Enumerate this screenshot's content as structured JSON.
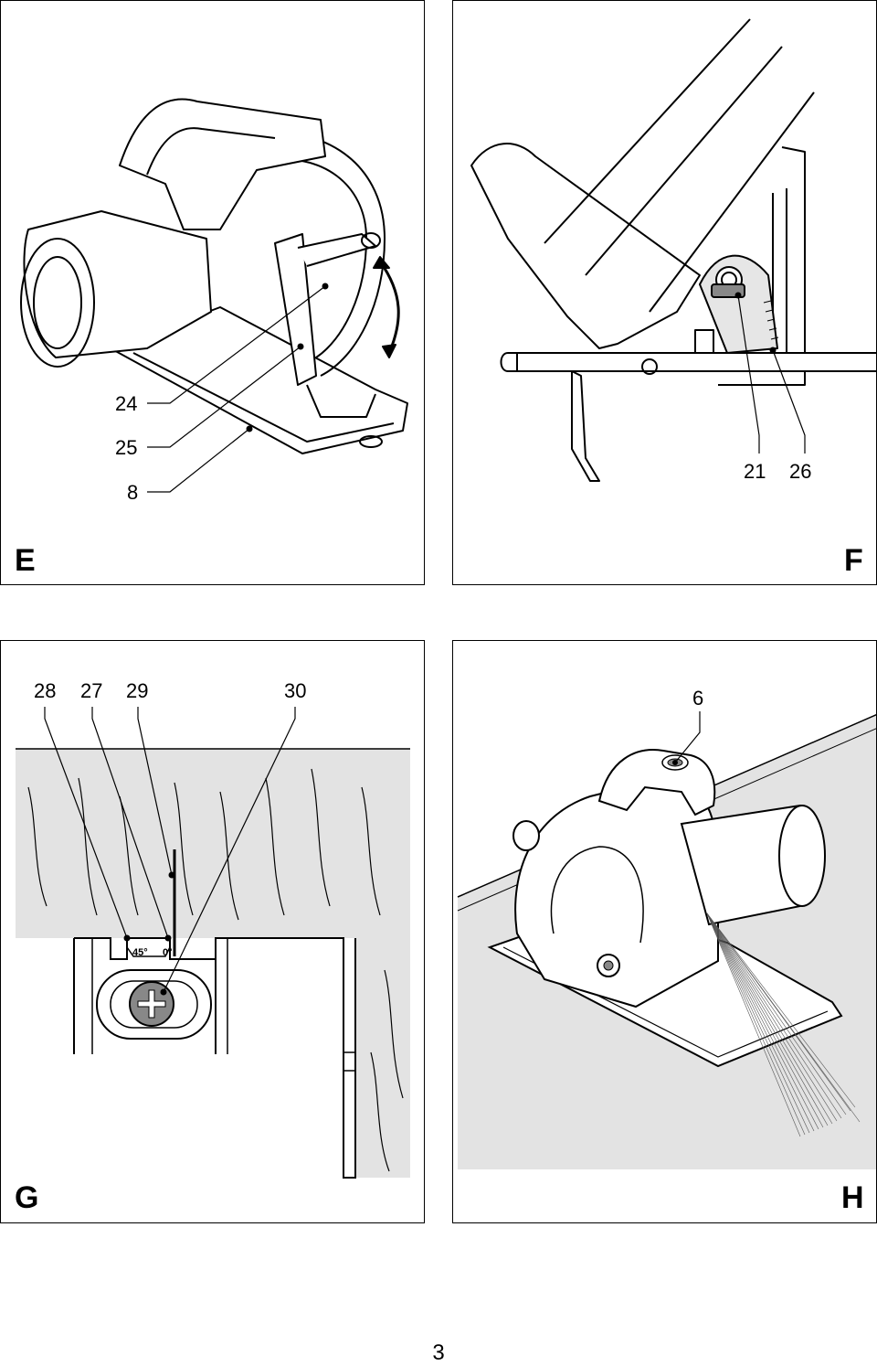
{
  "panels": {
    "E": {
      "letter": "E",
      "callouts": [
        "24",
        "25",
        "8"
      ]
    },
    "F": {
      "letter": "F",
      "callouts": [
        "21",
        "26"
      ]
    },
    "G": {
      "letter": "G",
      "callouts": [
        "28",
        "27",
        "29",
        "30"
      ],
      "scale": {
        "left": "45°",
        "right": "0°"
      }
    },
    "H": {
      "letter": "H",
      "callouts": [
        "6"
      ]
    }
  },
  "page_number": "3"
}
